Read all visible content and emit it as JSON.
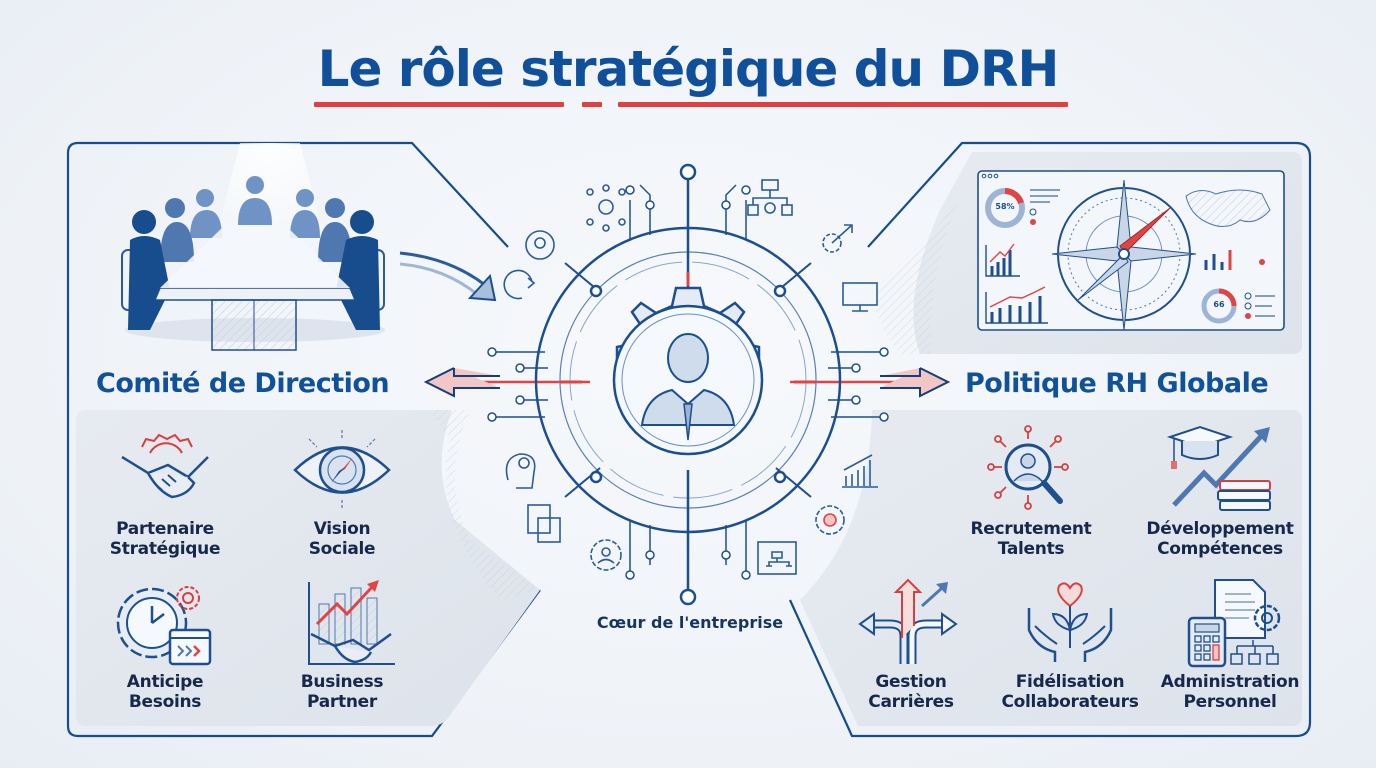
{
  "title": "Le rôle stratégique du DRH",
  "colors": {
    "primary_blue": "#10509a",
    "dark_navy": "#16294d",
    "accent_red": "#e04040",
    "panel_fill": "#e3e8ef",
    "background": "#eef2f7"
  },
  "left_panel": {
    "heading": "Comité de Direction",
    "illustration": "boardroom-meeting-illustration",
    "features": [
      {
        "line1": "Partenaire",
        "line2": "Stratégique",
        "icon": "handshake-gear-icon"
      },
      {
        "line1": "Vision",
        "line2": "Sociale",
        "icon": "eye-compass-icon"
      },
      {
        "line1": "Anticipe",
        "line2": "Besoins",
        "icon": "clock-gear-calendar-icon"
      },
      {
        "line1": "Business",
        "line2": "Partner",
        "icon": "handshake-growth-chart-icon"
      }
    ]
  },
  "center": {
    "caption": "Cœur de l'entreprise",
    "hub_icon": "person-in-gear-icon",
    "satellite_icons": [
      "network-node-icon",
      "org-chart-person-icon",
      "person-cycle-icon",
      "gear-arrow-up-icon",
      "refresh-cycle-icon",
      "monitor-icon",
      "head-gear-icon",
      "growth-chart-icon",
      "documents-icon",
      "gear-pie-icon",
      "gear-person-icon",
      "folder-org-icon"
    ]
  },
  "right_panel": {
    "heading": "Politique RH Globale",
    "illustration": "dashboard-compass-illustration",
    "dashboard": {
      "gauge_top": "58%",
      "gauge_bottom": "66"
    },
    "features": [
      {
        "line1": "Recrutement",
        "line2": "Talents",
        "icon": "magnifier-person-icon"
      },
      {
        "line1": "Développement",
        "line2": "Compétences",
        "icon": "graduation-books-growth-icon"
      },
      {
        "line1": "Gestion",
        "line2": "Carrières",
        "icon": "crossroads-arrows-icon"
      },
      {
        "line1": "Fidélisation",
        "line2": "Collaborateurs",
        "icon": "hands-heart-plant-icon"
      },
      {
        "line1": "Administration",
        "line2": "Personnel",
        "icon": "calculator-document-gear-icon"
      }
    ]
  }
}
